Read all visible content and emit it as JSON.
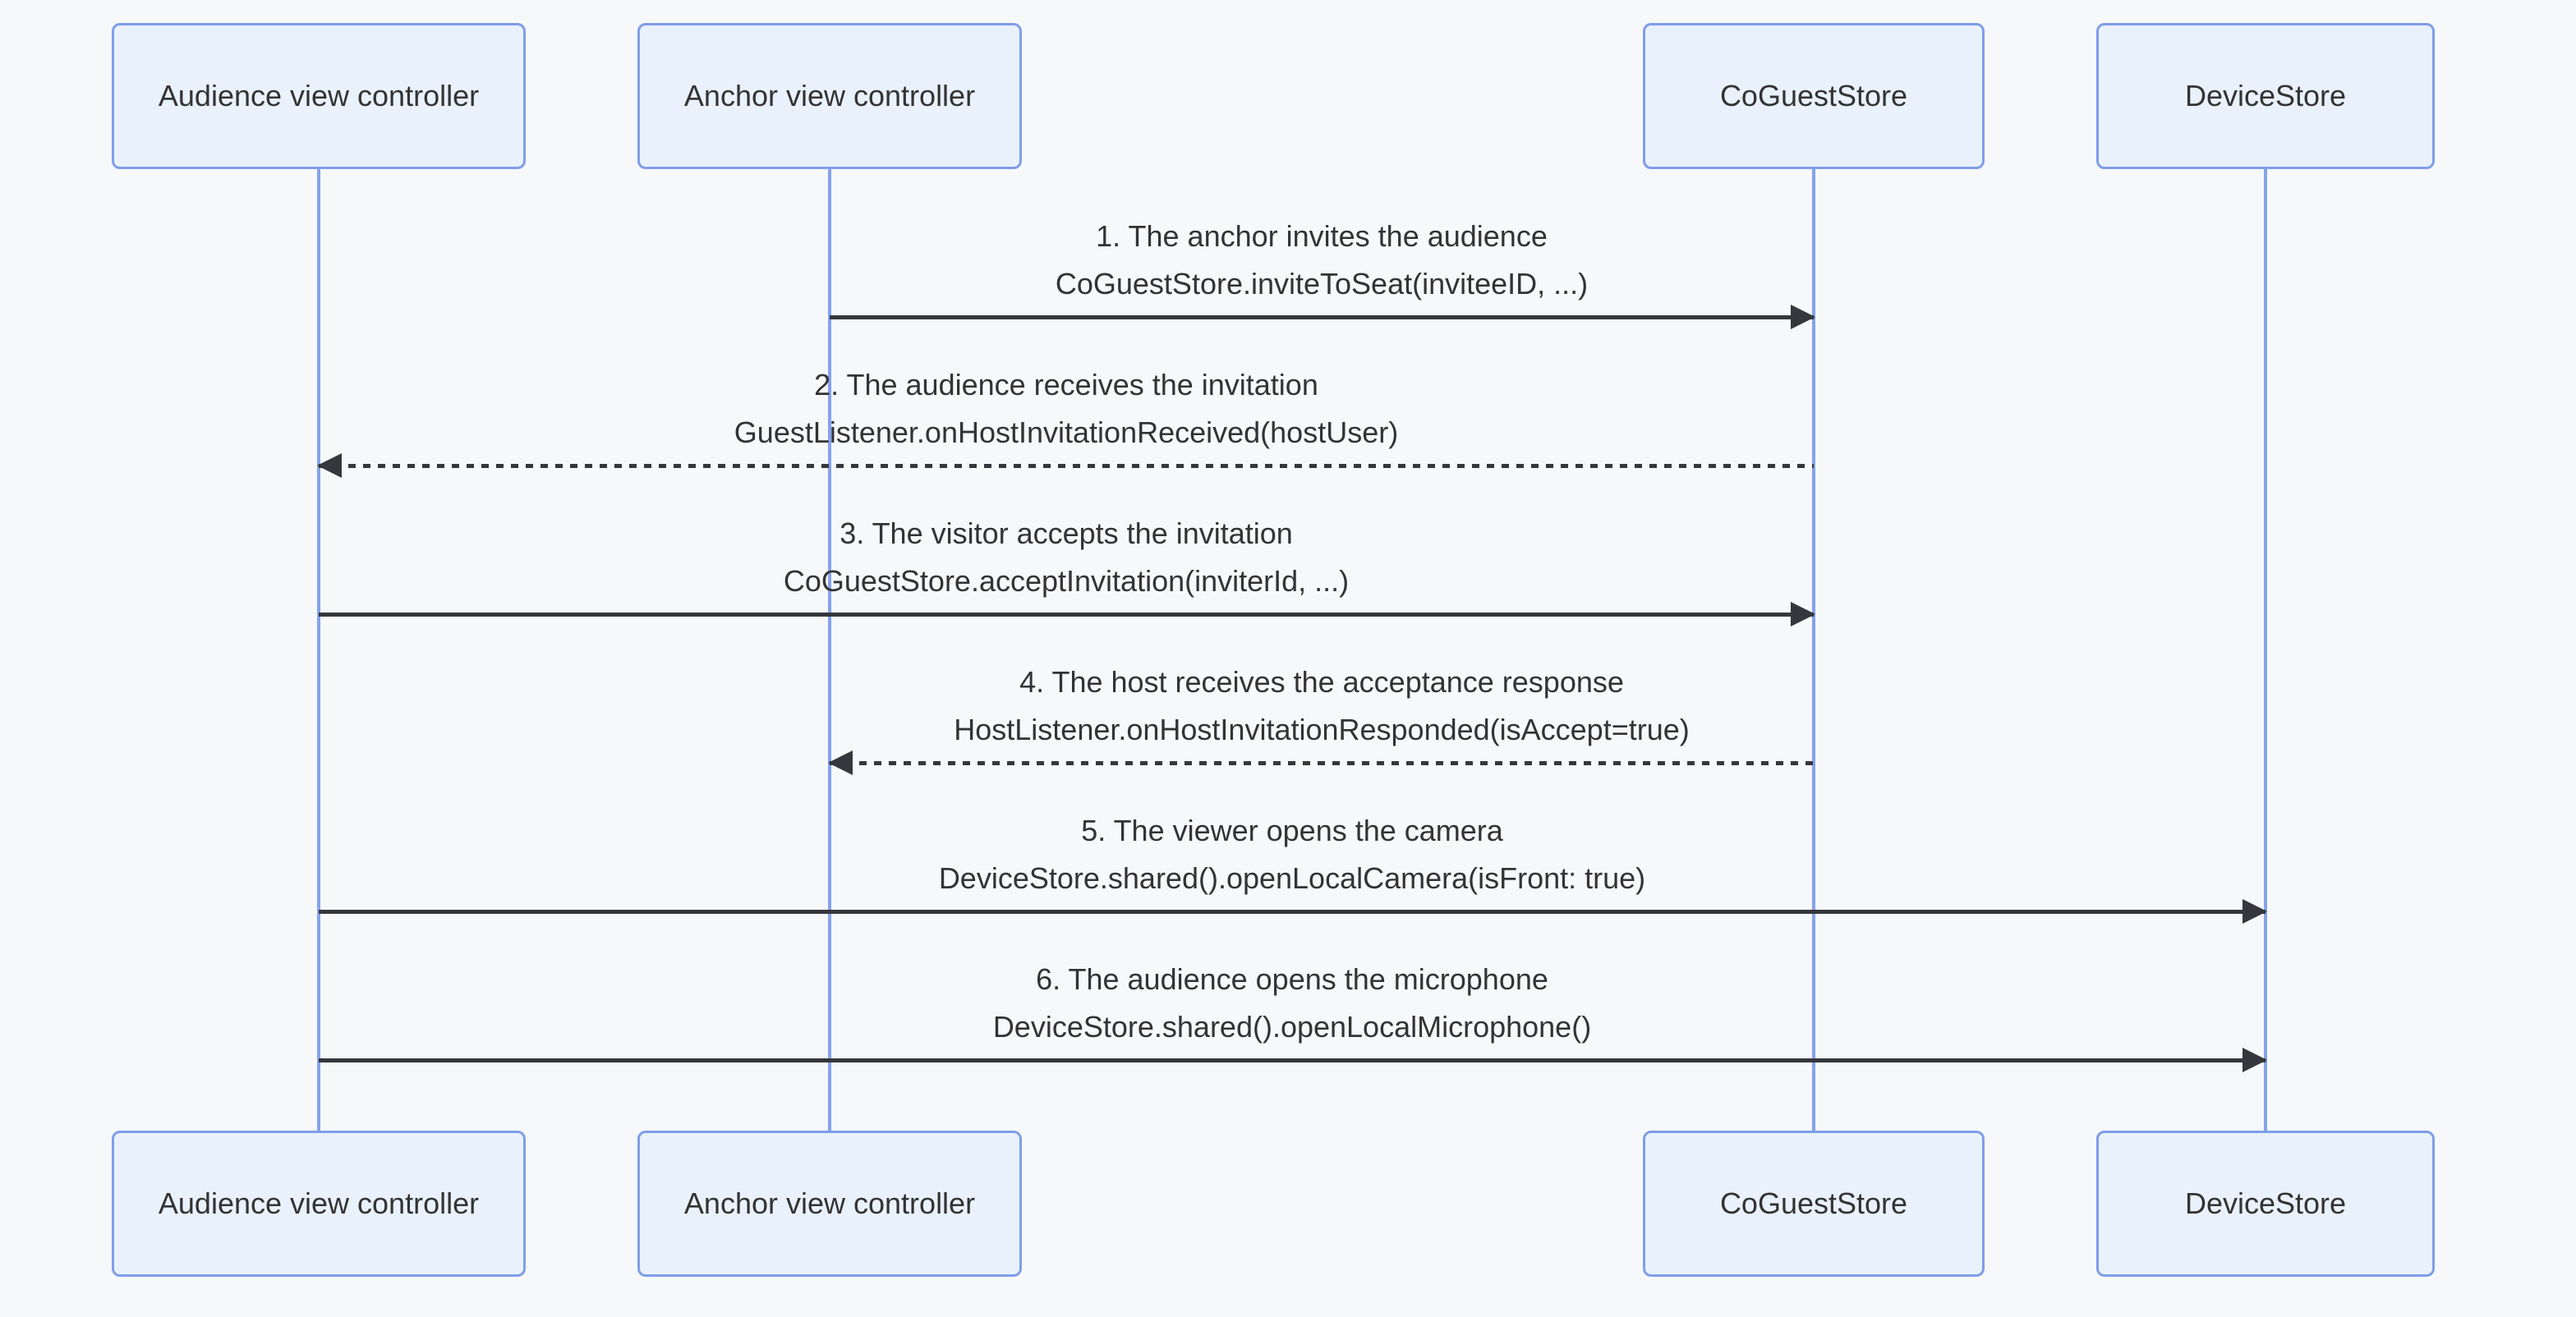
{
  "diagram": {
    "type": "sequence",
    "participants": [
      {
        "id": "audience",
        "label": "Audience view controller"
      },
      {
        "id": "anchor",
        "label": "Anchor view controller"
      },
      {
        "id": "coGuestStore",
        "label": "CoGuestStore"
      },
      {
        "id": "deviceStore",
        "label": "DeviceStore"
      }
    ],
    "messages": [
      {
        "title": "1. The anchor invites the audience",
        "code": "CoGuestStore.inviteToSeat(inviteeID, ...)",
        "from": "anchor",
        "to": "coGuestStore",
        "line": "solid",
        "direction": "right"
      },
      {
        "title": "2. The audience receives the invitation",
        "code": "GuestListener.onHostInvitationReceived(hostUser)",
        "from": "coGuestStore",
        "to": "audience",
        "line": "dashed",
        "direction": "left"
      },
      {
        "title": "3. The visitor accepts the invitation",
        "code": "CoGuestStore.acceptInvitation(inviterId, ...)",
        "from": "audience",
        "to": "coGuestStore",
        "line": "solid",
        "direction": "right"
      },
      {
        "title": "4. The host receives the acceptance response",
        "code": "HostListener.onHostInvitationResponded(isAccept=true)",
        "from": "coGuestStore",
        "to": "anchor",
        "line": "dashed",
        "direction": "left"
      },
      {
        "title": "5. The viewer opens the camera",
        "code": "DeviceStore.shared().openLocalCamera(isFront: true)",
        "from": "audience",
        "to": "deviceStore",
        "line": "solid",
        "direction": "right"
      },
      {
        "title": "6. The audience opens the microphone",
        "code": "DeviceStore.shared().openLocalMicrophone()",
        "from": "audience",
        "to": "deviceStore",
        "line": "solid",
        "direction": "right"
      }
    ],
    "colors": {
      "background": "#f7f8fa",
      "actor_fill": "#e9f2fc",
      "actor_border": "#7f9de9",
      "lifeline": "#84a3ec",
      "arrow": "#35373c",
      "text": "#333333"
    }
  }
}
